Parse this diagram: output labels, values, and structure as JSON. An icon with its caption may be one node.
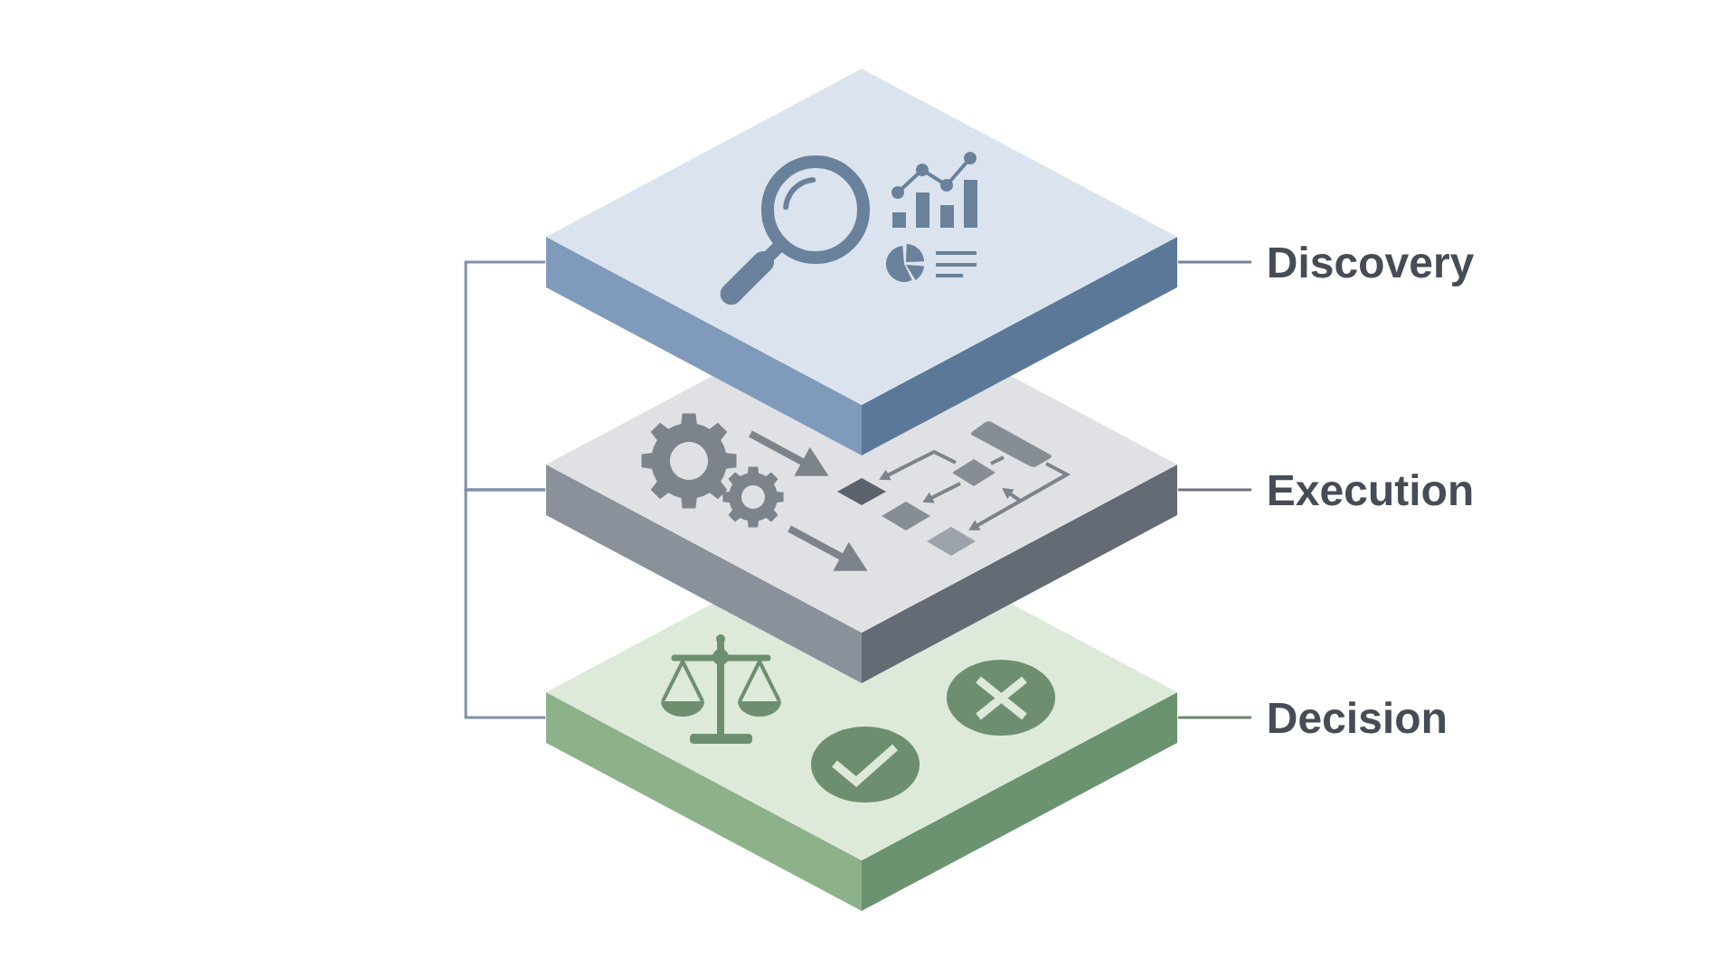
{
  "diagram": {
    "nodes": [
      {
        "text": [],
        "shape": "box"
      },
      {
        "text": [],
        "shape": "box"
      },
      {
        "text": [],
        "shape": "box"
      },
      {
        "text": [
          "Discovery"
        ]
      },
      {
        "text": [
          "Execution"
        ]
      },
      {
        "text": [
          "Decision"
        ]
      }
    ],
    "edges": [
      {
        "from": 3,
        "to": 0,
        "arrow": "none",
        "color": "#71839a"
      },
      {
        "from": 4,
        "to": 1,
        "arrow": "none",
        "color": "#6b7079"
      },
      {
        "from": 5,
        "to": 2,
        "arrow": "none",
        "color": "#6e8473"
      },
      {
        "from": 0,
        "to": 1,
        "arrow": "none",
        "color": "#8090aa"
      },
      {
        "from": 1,
        "to": 2,
        "arrow": "none",
        "color": "#8090aa"
      }
    ]
  }
}
